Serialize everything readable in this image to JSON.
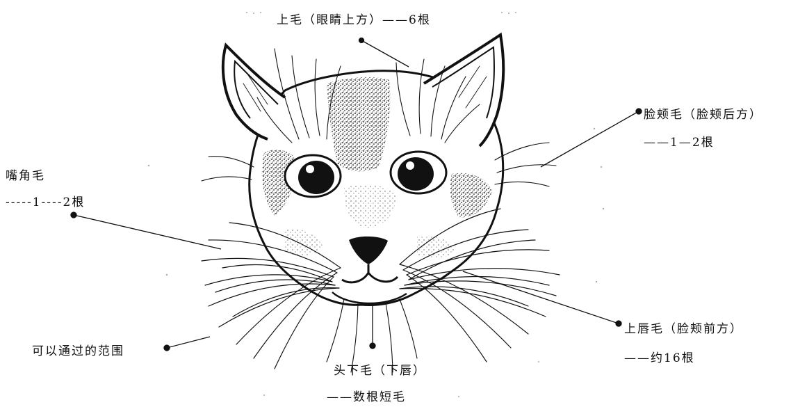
{
  "labels": {
    "top": "上毛（眼睛上方）——6根",
    "cheek_line1": "脸颊毛（脸颊后方）",
    "cheek_line2": "——1—2根",
    "mouth_line1": "嘴角毛",
    "mouth_line2": "-----1----2根",
    "lip_line1": "上唇毛（脸颊前方）",
    "lip_line2": "——约16根",
    "range": "可以通过的范围",
    "chin_line1": "头下毛（下唇）",
    "chin_line2": "——数根短毛"
  },
  "colors": {
    "ink": "#111111",
    "fur_shade": "#9a9a9a",
    "background": "#ffffff"
  }
}
